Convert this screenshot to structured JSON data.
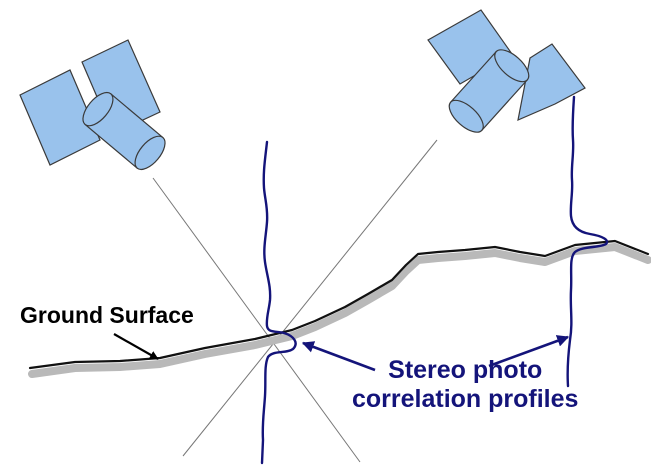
{
  "labels": {
    "ground_surface": "Ground Surface",
    "profiles_line1": "Stereo photo",
    "profiles_line2": "correlation profiles"
  },
  "colors": {
    "satellite_fill": "#99c2ec",
    "satellite_stroke": "#3a3a3a",
    "profile_line": "#14147a",
    "ground_line": "#111111",
    "ground_shadow": "#b9b9b9",
    "sight_line": "#777777",
    "label_text": "#000000",
    "profiles_text": "#14147a"
  },
  "icons": {
    "left_satellite": "satellite-icon",
    "right_satellite": "satellite-icon"
  }
}
